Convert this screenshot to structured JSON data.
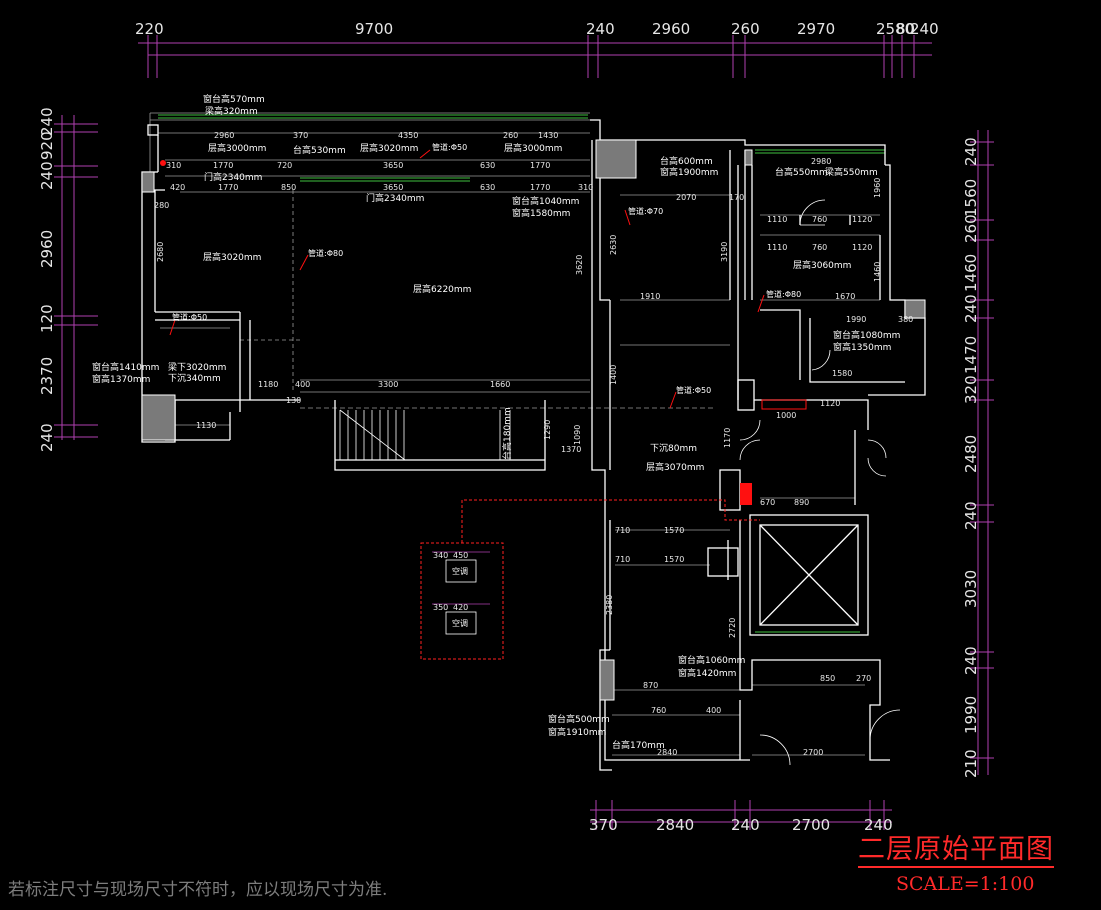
{
  "title": "二层原始平面图",
  "scale": "SCALE=1:100",
  "note": "若标注尺寸与现场尺寸不符时，应以现场尺寸为准.",
  "top_dims": [
    "220",
    "9700",
    "240",
    "2960",
    "260",
    "2970",
    "2580",
    "80",
    "240"
  ],
  "bottom_dims": [
    "370",
    "2840",
    "240",
    "2700",
    "240"
  ],
  "left_dims": [
    "240",
    "920",
    "240",
    "2960",
    "120",
    "2370",
    "240"
  ],
  "right_dims": [
    "240",
    "1560",
    "260",
    "1460",
    "240",
    "1470",
    "320",
    "2480",
    "240",
    "3030",
    "240",
    "1990",
    "210"
  ],
  "rooms": {
    "sill_top": "窗台高570mm",
    "beam_top": "梁高320mm",
    "h3000a": "层高3000mm",
    "sill530": "台高530mm",
    "h3020a": "层高3020mm",
    "h3000b": "层高3000mm",
    "door1": "门高2340mm",
    "door2": "门高2340mm",
    "sill1040": "窗台高1040mm",
    "win1580": "窗高1580mm",
    "sill600": "台高600mm",
    "win1900": "窗高1900mm",
    "sill550": "台高550mm",
    "beam550": "梁高550mm",
    "h3020b": "层高3020mm",
    "h6220": "层高6220mm",
    "h3060": "层高3060mm",
    "sill1080": "窗台高1080mm",
    "win1350": "窗高1350mm",
    "sill1410": "窗台高1410mm",
    "win1370": "窗高1370mm",
    "beam3020": "梁下3020mm",
    "sink340": "下沉340mm",
    "sink80": "下沉80mm",
    "h3070": "层高3070mm",
    "step180": "台高180mm",
    "sill1060": "窗台高1060mm",
    "win1420": "窗高1420mm",
    "sill500": "窗台高500mm",
    "win1910": "窗高1910mm",
    "sill170": "台高170mm",
    "pipe1": "管道:Φ50",
    "pipe2": "管道:Φ80",
    "pipe3": "管道:Φ70",
    "pipe4": "管道:Φ80",
    "pipe5": "管道:Φ50",
    "pipe6": "管道:Φ50",
    "unit1": "空调",
    "unit2": "空调"
  },
  "inner_dims": {
    "d2960": "2960",
    "d370": "370",
    "d4350": "4350",
    "d260": "260",
    "d1430": "1430",
    "d310a": "310",
    "d1770a": "1770",
    "d720": "720",
    "d3650a": "3650",
    "d630a": "630",
    "d1770b": "1770",
    "d420": "420",
    "d1770c": "1770",
    "d850": "850",
    "d3650b": "3650",
    "d630b": "630",
    "d1770d": "1770",
    "d310b": "310",
    "d280": "280",
    "d2680": "2680",
    "d2070": "2070",
    "d170": "170",
    "d3620": "3620",
    "d2630": "2630",
    "d3190": "3190",
    "d2980": "2980",
    "d1110a": "1110",
    "d760a": "760",
    "d1120a": "1120",
    "d1110b": "1110",
    "d760b": "760",
    "d1120b": "1120",
    "d1960": "1960",
    "d1460": "1460",
    "d1910": "1910",
    "d1670": "1670",
    "d1990": "1990",
    "d380": "380",
    "d1180": "1180",
    "d400": "400",
    "d3300": "3300",
    "d1660": "1660",
    "d130": "130",
    "d1130": "1130",
    "d1290": "1290",
    "d1090": "1090",
    "d1370": "1370",
    "d1400": "1400",
    "d1170": "1170",
    "d1580": "1580",
    "d1120": "1120",
    "d1000": "1000",
    "d890": "890",
    "d670": "670",
    "d1570a": "1570",
    "d1570b": "1570",
    "d710a": "710",
    "d710b": "710",
    "d2380": "2380",
    "d2720": "2720",
    "d870": "870",
    "d760c": "760",
    "d400b": "400",
    "d2840": "2840",
    "d2700": "2700",
    "d850b": "850",
    "d270": "270",
    "d340": "340",
    "d450": "450",
    "d350": "350",
    "d420b": "420"
  },
  "colors": {
    "background": "#000000",
    "wall": "#ffffff",
    "column": "#7f7f7f",
    "dim_line": "#b040b0",
    "inner_line": "#a0a0a0",
    "window": "#40c040",
    "marker": "#ff2020",
    "title": "#ff2a2a",
    "note": "#7d7d7d"
  }
}
